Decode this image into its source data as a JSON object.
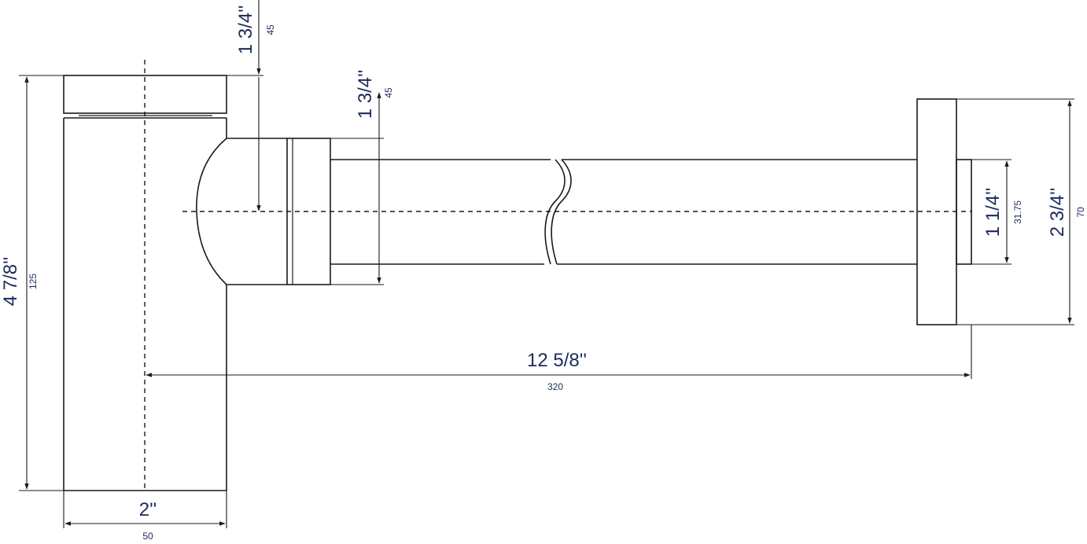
{
  "dimensions": {
    "overall_height": {
      "inch": "4  7/8''",
      "mm": "125"
    },
    "body_width": {
      "inch": "2''",
      "mm": "50"
    },
    "top_offset": {
      "inch": "1  3/4''",
      "mm": "45"
    },
    "outlet_diameter": {
      "inch": "1  3/4''",
      "mm": "45"
    },
    "inner_pipe": {
      "inch": "1  1/4''",
      "mm": "31.75"
    },
    "flange": {
      "inch": "2  3/4''",
      "mm": "70"
    },
    "overall_length": {
      "inch": "12  5/8''",
      "mm": "320"
    }
  },
  "colors": {
    "line": "#1a1a1a",
    "text": "#1c2a5a"
  }
}
